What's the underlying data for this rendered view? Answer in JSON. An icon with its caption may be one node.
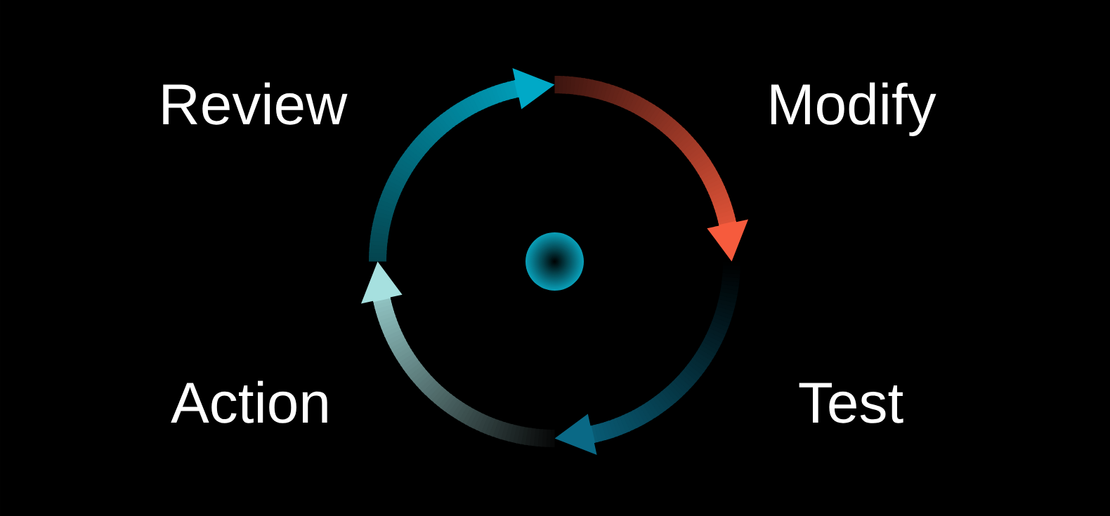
{
  "diagram": {
    "labels": [
      "Review",
      "Modify",
      "Action",
      "Test"
    ]
  }
}
